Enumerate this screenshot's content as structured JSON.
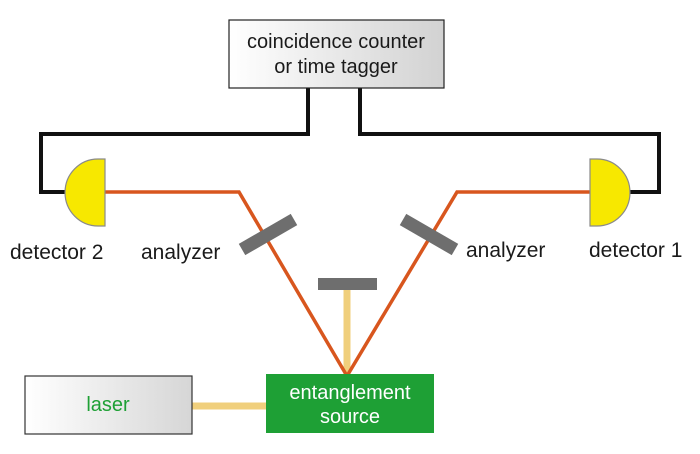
{
  "labels": {
    "counter_line1": "coincidence counter",
    "counter_line2": "or time tagger",
    "detector_left": "detector 2",
    "detector_right": "detector 1",
    "analyzer_left": "analyzer",
    "analyzer_right": "analyzer",
    "laser": "laser",
    "source_line1": "entanglement",
    "source_line2": "source"
  },
  "colors": {
    "beam_entangled": "#d8561e",
    "beam_pump": "#f0cf7c",
    "cable": "#111111",
    "detector_fill": "#f7e800",
    "analyzer": "#6e6e6e",
    "source_fill": "#1ea035",
    "source_text": "#ffffff",
    "laser_text": "#1ea035"
  },
  "icons": {
    "detector_left": "detector-icon",
    "detector_right": "detector-icon",
    "analyzer_left": "analyzer-plate-icon",
    "analyzer_right": "analyzer-plate-icon",
    "mirror": "mirror-icon"
  }
}
